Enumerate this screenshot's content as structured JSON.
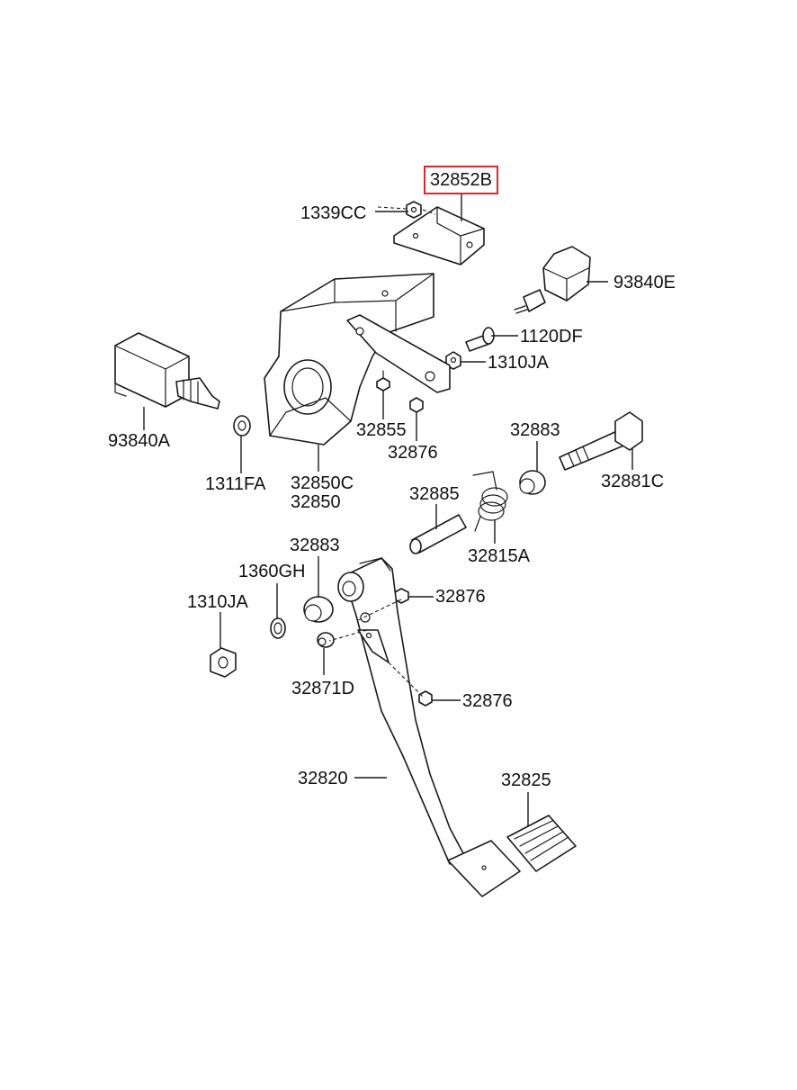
{
  "selected_part": "32852B",
  "highlight_color": "#e0262b",
  "labels": {
    "p32852B": "32852B",
    "p1339CC": "1339CC",
    "p93840E": "93840E",
    "p1120DF": "1120DF",
    "p1310JA_top": "1310JA",
    "p93840A": "93840A",
    "p32855": "32855",
    "p32876_a": "32876",
    "p32883_top": "32883",
    "p32881C": "32881C",
    "p1311FA": "1311FA",
    "p32850C": "32850C",
    "p32850": "32850",
    "p32885": "32885",
    "p32815A": "32815A",
    "p32883_mid": "32883",
    "p1360GH": "1360GH",
    "p1310JA_mid": "1310JA",
    "p32876_b": "32876",
    "p32871D": "32871D",
    "p32876_c": "32876",
    "p32820": "32820",
    "p32825": "32825"
  }
}
